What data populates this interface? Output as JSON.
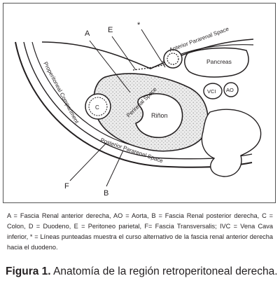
{
  "diagram": {
    "labels": {
      "A": "A",
      "E": "E",
      "star": "*",
      "F": "F",
      "B": "B",
      "C": "C",
      "anterior_pararenal": "Anterior Pararenal Space",
      "pancreas": "Pancreas",
      "perirenal": "Perirenal Space",
      "kidney": "Riñon",
      "vci": "VCI",
      "ao": "AO",
      "posterior_pararenal": "Posterior Pararenal Space",
      "properitoneal": "Properitoneal Compartment"
    }
  },
  "caption": {
    "legend": "A = Fascia Renal anterior derecha, AO = Aorta, B = Fascia Renal posterior derecha, C = Colon, D = Duodeno, E = Peritoneo parietal, F= Fascia Transversalis; IVC = Vena Cava inferior, * = Líneas punteadas muestra el curso alternativo de la fascia renal anterior derecha hacia el duodeno.",
    "figure_number": "Figura 1.",
    "figure_title": "Anatomía de la región retroperitoneal derecha."
  }
}
